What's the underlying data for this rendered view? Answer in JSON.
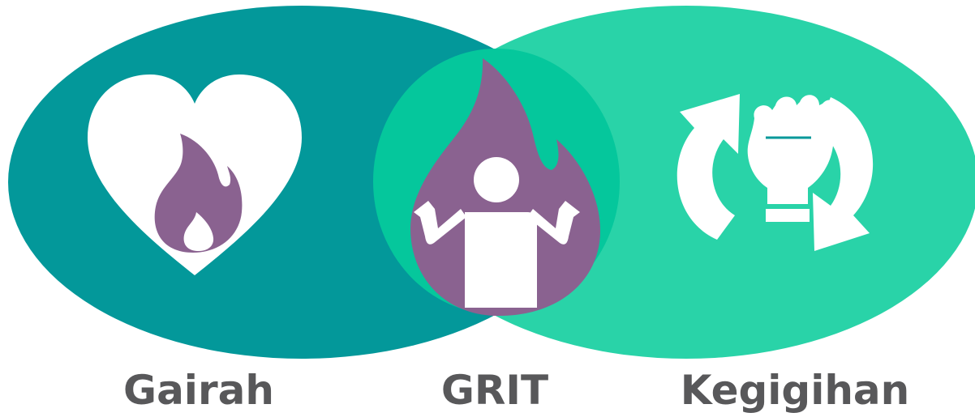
{
  "colors": {
    "left_circle": "#03989a",
    "right_circle": "#29d3a8",
    "overlap": "#05c79c",
    "icon_purple": "#8a6290",
    "icon_white": "#ffffff",
    "label_text": "#58585a"
  },
  "labels": {
    "left": "Gairah",
    "center": "GRIT",
    "right": "Kegigihan"
  },
  "icons": {
    "left": "heart-flame-icon",
    "center": "flame-strong-person-icon",
    "right": "fist-cycle-arrows-icon"
  }
}
